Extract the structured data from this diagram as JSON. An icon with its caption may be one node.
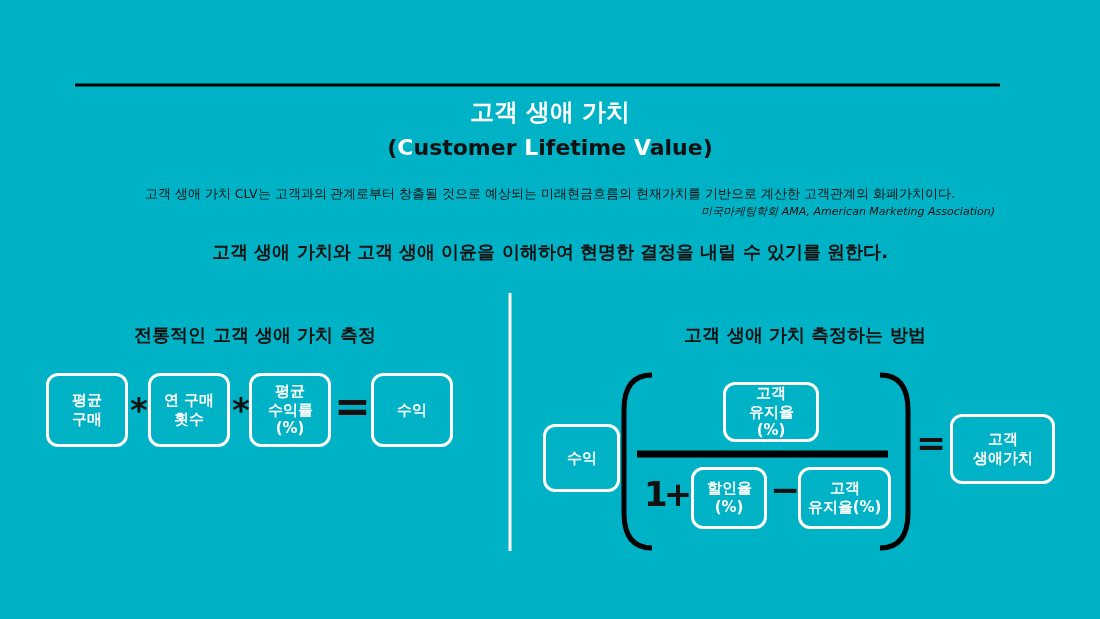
{
  "diagram": {
    "title": "고객 생애 가치",
    "nodes": [
      {
        "text": [
          "평균 구매"
        ]
      },
      {
        "text": [
          "연 구매 횟수"
        ]
      },
      {
        "text": [
          "평균 수익률 (%)"
        ]
      },
      {
        "text": [
          "수익"
        ]
      },
      {
        "text": [
          "수익"
        ]
      },
      {
        "text": [
          "고객 유지율(%)"
        ]
      },
      {
        "text": [
          "할인율 (%)"
        ]
      },
      {
        "text": [
          "고객 유지율(%)"
        ]
      },
      {
        "text": [
          "고객 생애가치"
        ]
      }
    ],
    "labels": [
      "(**C**ustomer **L**ifetime **V**alue)",
      "고객 생애 가치 CLV는 고객과의 관계로부터 창출될 것으로 예상되는 미래현금흐름의 현재가치를 기반으로 계산한 고객관계의 화폐가치이다.",
      "미국마케팅학회 AMA, American Marketing Association)",
      "고객 생애 가치와 고객 생애 이윤을 이해하여 현명한 결정을 내릴 수 있기를 원한다.",
      "전통적인 고객 생애 가치 측정",
      "고객 생애 가치 측정하는 방법",
      "*",
      "*",
      "=",
      "1+",
      "−",
      "="
    ]
  }
}
